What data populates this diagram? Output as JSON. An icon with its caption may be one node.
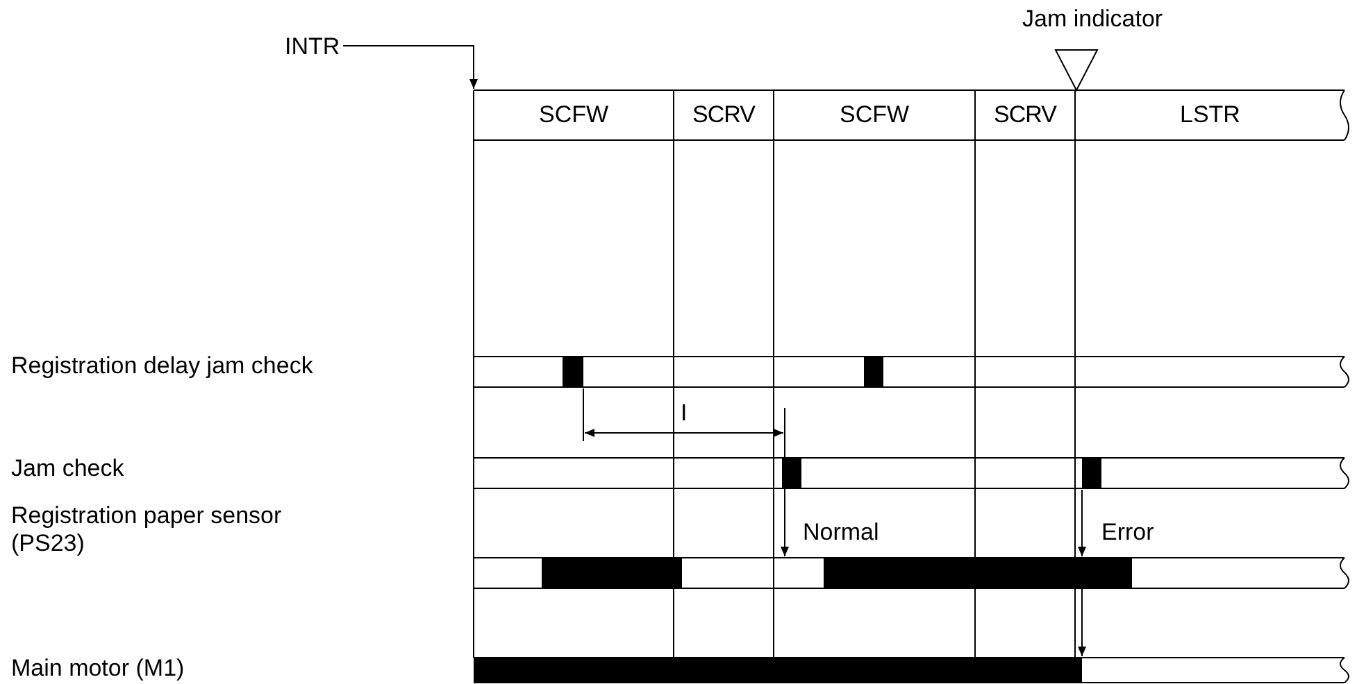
{
  "diagram": {
    "nodes": [
      {
        "text": [
          "INTR"
        ]
      },
      {
        "text": [],
        "shape": "picture"
      }
    ],
    "edges": [
      {
        "from": 0,
        "to": 1,
        "arrow": "to"
      }
    ],
    "labels": [
      "Jam indicator",
      "SCFW",
      "SCRV",
      "SCFW",
      "SCRV",
      "LSTR",
      "Registration delay jam check",
      "I",
      "Jam check",
      "Registration paper sensor (PS23)",
      "Normal",
      "Error",
      "Main motor (M1)"
    ]
  }
}
